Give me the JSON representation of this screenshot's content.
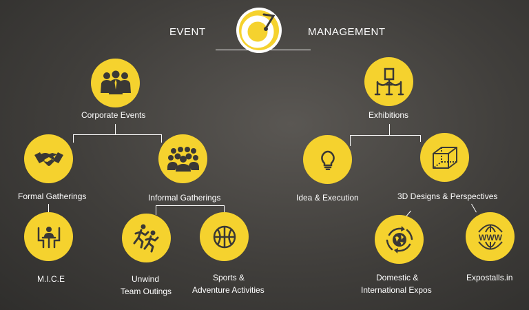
{
  "header": {
    "left_word": "EVENT",
    "right_word": "MANAGEMENT",
    "logo_icon": "vinyl-record-icon"
  },
  "colors": {
    "accent": "#f5d22e",
    "icon": "#3a3835",
    "text": "#ffffff"
  },
  "nodes": {
    "corporate": {
      "label": "Corporate Events",
      "icon": "business-people-icon"
    },
    "formal": {
      "label": "Formal Gatherings",
      "icon": "handshake-icon"
    },
    "informal": {
      "label": "Informal Gatherings",
      "icon": "crowd-icon"
    },
    "mice": {
      "label": "M.I.C.E",
      "icon": "meeting-table-icon"
    },
    "unwind": {
      "line1": "Unwind",
      "line2": "Team Outings",
      "icon": "running-people-icon"
    },
    "sports": {
      "line1": "Sports &",
      "line2": "Adventure Activities",
      "icon": "basketball-icon"
    },
    "exhibitions": {
      "label": "Exhibitions",
      "icon": "exhibit-stand-icon"
    },
    "idea": {
      "label": "Idea & Execution",
      "icon": "lightbulb-icon"
    },
    "designs3d": {
      "label": "3D Designs  &  Perspectives",
      "icon": "cube-icon"
    },
    "domestic": {
      "line1": "Domestic &",
      "line2": "International Expos",
      "icon": "globe-arrows-icon"
    },
    "expostalls": {
      "label": "Expostalls.in",
      "icon": "www-globe-icon"
    }
  }
}
